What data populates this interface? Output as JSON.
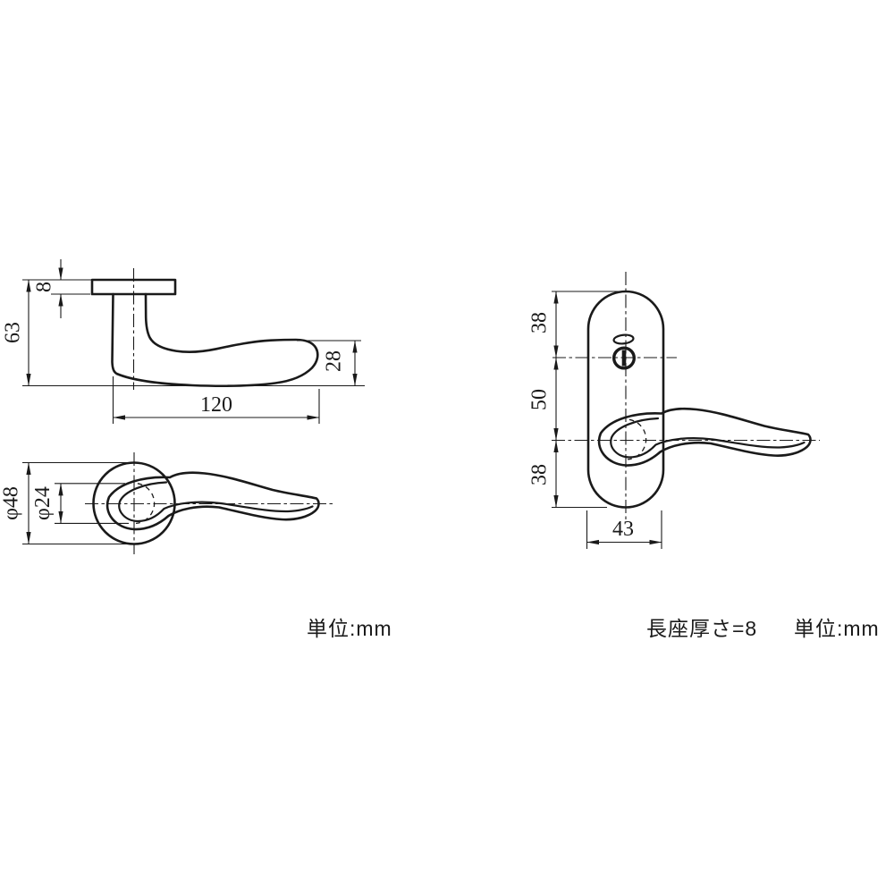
{
  "colors": {
    "line": "#1a1a1a",
    "background": "#ffffff"
  },
  "side_view": {
    "rose_thickness": "8",
    "overall_height": "63",
    "lever_length": "120",
    "grip_height": "28"
  },
  "front_view": {
    "rose_diameter": "φ48",
    "neck_diameter": "φ24"
  },
  "plate_view": {
    "top_offset": "38",
    "turn_to_handle": "50",
    "bottom_offset": "38",
    "plate_width": "43"
  },
  "notes": {
    "unit_left": "単位:mm",
    "plate_thickness": "長座厚さ=8",
    "unit_right": "単位:mm"
  }
}
